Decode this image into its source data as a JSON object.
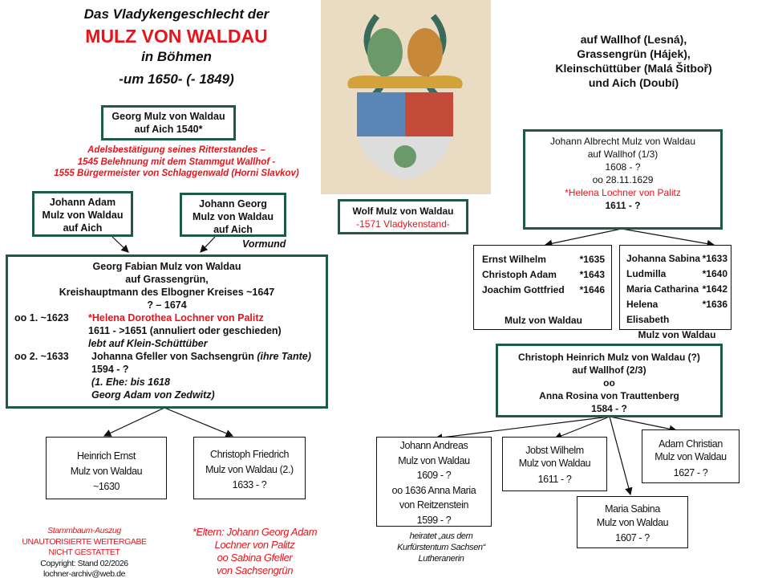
{
  "title": {
    "line1": "Das Vladykengeschlecht der",
    "line2": "MULZ VON WALDAU",
    "line3": "in Böhmen",
    "line4": "-um 1650- (- 1849)"
  },
  "places": [
    "auf Wallhof (Lesná),",
    "Grassengrün (Hájek),",
    "Kleinschüttüber (Malá Šitboř)",
    "und Aich (Doubí)"
  ],
  "georg": {
    "lines": [
      "Georg Mulz von Waldau",
      "auf Aich 1540*"
    ],
    "notes": [
      "Adelsbestätigung seines Ritterstandes –",
      "1545 Belehnung  mit dem Stammgut Wallhof  -",
      "1555 Bürgermeister von Schlaggenwald (Horni Slavkov)"
    ]
  },
  "johann_adam": [
    "Johann Adam",
    "Mulz von Waldau",
    "auf Aich"
  ],
  "johann_georg": [
    "Johann Georg",
    "Mulz von Waldau",
    "auf Aich"
  ],
  "vormund": "Vormund",
  "georg_fabian": {
    "lines": [
      "Georg Fabian Mulz von Waldau",
      "auf Grassengrün,",
      "Kreishauptmann des Elbogner Kreises  ~1647",
      "? – 1674"
    ],
    "m1_label": "oo 1.  ~1623",
    "m1_name": "*Helena Dorothea Lochner von Palitz",
    "m1_dates": "1611  - >1651 (annuliert oder geschieden)",
    "m1_note": "lebt auf Klein-Schüttüber",
    "m2_label": "oo 2.  ~1633",
    "m2_name": "Johanna Gfeller von Sachsengrün",
    "m2_note": "(ihre Tante)",
    "m2_dates": "1594  - ?",
    "m2_extra1": "(1. Ehe: bis 1618",
    "m2_extra2": "Georg Adam von Zedwitz)"
  },
  "heinrich_ernst": [
    "Heinrich Ernst",
    "Mulz von Waldau",
    "~1630"
  ],
  "christoph_friedrich": [
    "Christoph  Friedrich",
    "Mulz von Waldau (2.)",
    "1633 - ?"
  ],
  "footer": {
    "lines_red": [
      "Stammbaum-Auszug",
      "UNAUTORISIERTE  WEITERGABE",
      "NICHT GESTATTET"
    ],
    "copyright": "Copyright: Stand 02/2026",
    "email": "lochner-archiv@web.de"
  },
  "eltern": [
    "*Eltern: Johann Georg Adam",
    "Lochner von Palitz",
    "oo Sabina Gfeller",
    "von Sachsengrün"
  ],
  "wolf": {
    "name": "Wolf Mulz von Waldau",
    "note": "-1571 Vladykenstand-"
  },
  "johann_albrecht": {
    "lines": [
      "Johann Albrecht Mulz von Waldau",
      "auf Wallhof (1/3)",
      "1608 - ?",
      "oo 28.11.1629"
    ],
    "wife": "*Helena Lochner von Palitz",
    "wife_dates": "1611 - ?"
  },
  "sons": {
    "items": [
      {
        "name": "Ernst  Wilhelm",
        "born": "*1635"
      },
      {
        "name": "Christoph  Adam",
        "born": "*1643"
      },
      {
        "name": "Joachim Gottfried",
        "born": "*1646"
      }
    ],
    "family": "Mulz von  Waldau"
  },
  "daughters": {
    "items": [
      {
        "name": "Johanna Sabina",
        "born": "*1633"
      },
      {
        "name": "Ludmilla",
        "born": "*1640"
      },
      {
        "name": "Maria Catharina",
        "born": "*1642"
      },
      {
        "name": "Helena Elisabeth",
        "born": "*1636"
      }
    ],
    "family": "Mulz von Waldau"
  },
  "christoph_heinrich": [
    "Christoph  Heinrich Mulz von Waldau (?)",
    "auf Wallhof (2/3)",
    "oo",
    "Anna Rosina von Trauttenberg",
    "1584  - ?"
  ],
  "johann_andreas": [
    "Johann Andreas",
    "Mulz von Waldau",
    "1609 - ?",
    "oo 1636 Anna Maria",
    "von Reitzenstein",
    "1599 - ?"
  ],
  "johann_andreas_note": [
    "heiratet „aus dem",
    "Kurfürstentum Sachsen“",
    "Lutheranerin"
  ],
  "jobst": [
    "Jobst Wilhelm",
    "Mulz von Waldau",
    "1611 - ?"
  ],
  "adam_christian": [
    "Adam Christian",
    "Mulz von Waldau",
    "1627 - ?"
  ],
  "maria_sabina": [
    "Maria Sabina",
    "Mulz von Waldau",
    "1607 - ?"
  ],
  "colors": {
    "box_border": "#1e5a45",
    "red": "#e8141c"
  }
}
